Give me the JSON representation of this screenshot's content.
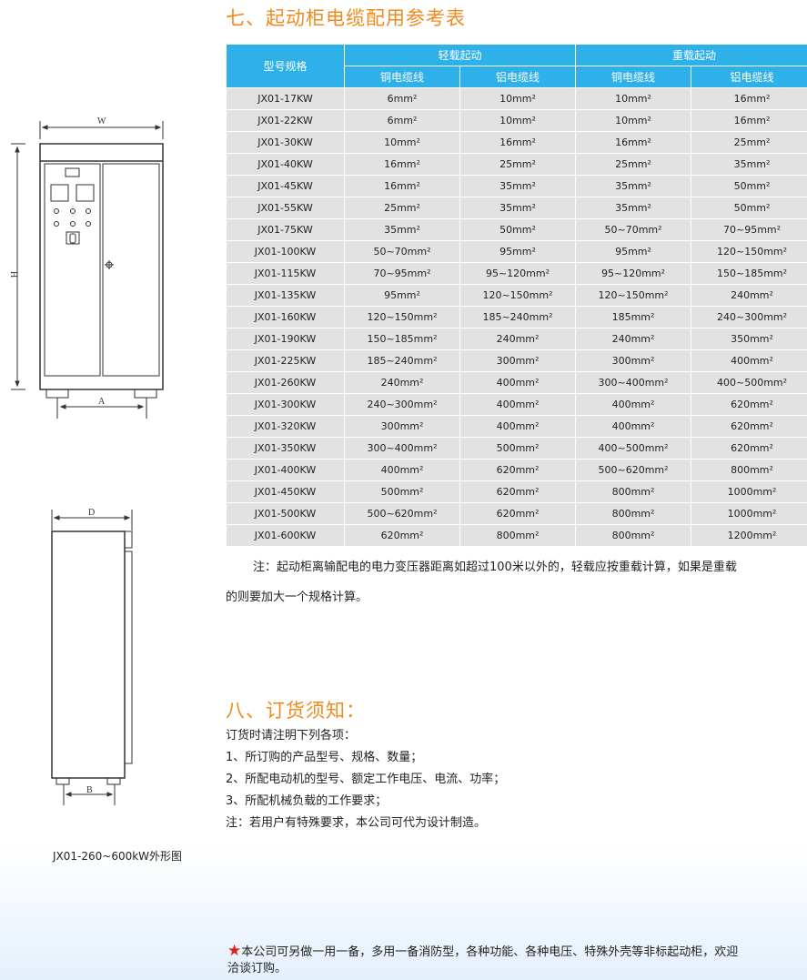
{
  "section7": {
    "title": "七、起动柜电缆配用参考表",
    "headers": {
      "model": "型号规格",
      "light": "轻载起动",
      "heavy": "重载起动",
      "copper": "铜电缆线",
      "aluminum": "铝电缆线"
    },
    "rows": [
      [
        "JX01-17KW",
        "6mm²",
        "10mm²",
        "10mm²",
        "16mm²"
      ],
      [
        "JX01-22KW",
        "6mm²",
        "10mm²",
        "10mm²",
        "16mm²"
      ],
      [
        "JX01-30KW",
        "10mm²",
        "16mm²",
        "16mm²",
        "25mm²"
      ],
      [
        "JX01-40KW",
        "16mm²",
        "25mm²",
        "25mm²",
        "35mm²"
      ],
      [
        "JX01-45KW",
        "16mm²",
        "35mm²",
        "35mm²",
        "50mm²"
      ],
      [
        "JX01-55KW",
        "25mm²",
        "35mm²",
        "35mm²",
        "50mm²"
      ],
      [
        "JX01-75KW",
        "35mm²",
        "50mm²",
        "50~70mm²",
        "70~95mm²"
      ],
      [
        "JX01-100KW",
        "50~70mm²",
        "95mm²",
        "95mm²",
        "120~150mm²"
      ],
      [
        "JX01-115KW",
        "70~95mm²",
        "95~120mm²",
        "95~120mm²",
        "150~185mm²"
      ],
      [
        "JX01-135KW",
        "95mm²",
        "120~150mm²",
        "120~150mm²",
        "240mm²"
      ],
      [
        "JX01-160KW",
        "120~150mm²",
        "185~240mm²",
        "185mm²",
        "240~300mm²"
      ],
      [
        "JX01-190KW",
        "150~185mm²",
        "240mm²",
        "240mm²",
        "350mm²"
      ],
      [
        "JX01-225KW",
        "185~240mm²",
        "300mm²",
        "300mm²",
        "400mm²"
      ],
      [
        "JX01-260KW",
        "240mm²",
        "400mm²",
        "300~400mm²",
        "400~500mm²"
      ],
      [
        "JX01-300KW",
        "240~300mm²",
        "400mm²",
        "400mm²",
        "620mm²"
      ],
      [
        "JX01-320KW",
        "300mm²",
        "400mm²",
        "400mm²",
        "620mm²"
      ],
      [
        "JX01-350KW",
        "300~400mm²",
        "500mm²",
        "400~500mm²",
        "620mm²"
      ],
      [
        "JX01-400KW",
        "400mm²",
        "620mm²",
        "500~620mm²",
        "800mm²"
      ],
      [
        "JX01-450KW",
        "500mm²",
        "620mm²",
        "800mm²",
        "1000mm²"
      ],
      [
        "JX01-500KW",
        "500~620mm²",
        "620mm²",
        "800mm²",
        "1000mm²"
      ],
      [
        "JX01-600KW",
        "620mm²",
        "800mm²",
        "800mm²",
        "1200mm²"
      ]
    ],
    "note_line1": "注：起动柜离输配电的电力变压器距离如超过100米以外的，轻载应按重载计算，如果是重载",
    "note_line2": "的则要加大一个规格计算。"
  },
  "section8": {
    "title": "八、订货须知：",
    "items": [
      "订货时请注明下列各项：",
      "1、所订购的产品型号、规格、数量；",
      "2、所配电动机的型号、额定工作电压、电流、功率；",
      "3、所配机械负载的工作要求；",
      "注：若用户有特殊要求，本公司可代为设计制造。"
    ]
  },
  "drawings": {
    "W": "W",
    "H": "H",
    "A": "A",
    "D": "D",
    "B": "B",
    "caption": "JX01-260~600kW外形图"
  },
  "footer": {
    "line1": "本公司可另做一用一备，多用一备消防型，各种功能、各种电压、特殊外壳等非标起动柜，欢迎",
    "line2": "洽谈订购。"
  },
  "colors": {
    "accent": "#f08a1c",
    "header": "#2eb0e9",
    "star": "#e0201a"
  }
}
